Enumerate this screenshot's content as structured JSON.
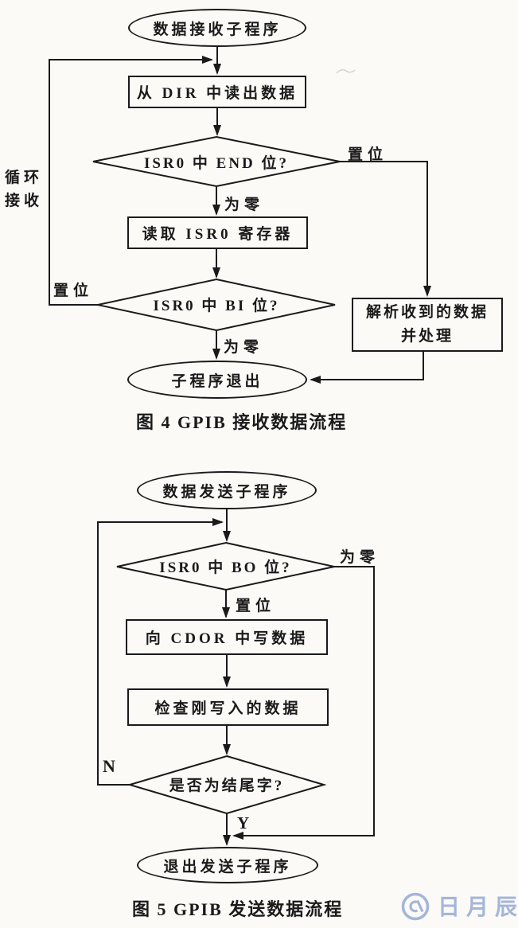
{
  "colors": {
    "ink": "#1a1a1a",
    "paper": "#fbfaf7",
    "wm": "#a4b6d8"
  },
  "figure4": {
    "caption": "图 4 GPIB 接收数据流程",
    "nodes": {
      "start": "数据接收子程序",
      "read_dir": "从 DIR 中读出数据",
      "end_bit": "ISR0 中 END 位?",
      "read_isr0": "读取 ISR0 寄存器",
      "bi_bit": "ISR0 中 BI 位?",
      "parse_line1": "解析收到的数据",
      "parse_line2": "并处理",
      "exit": "子程序退出"
    },
    "labels": {
      "set_right": "置位",
      "zero_top": "为零",
      "set_left": "置位",
      "zero_bottom": "为零",
      "loop_line1": "循环",
      "loop_line2": "接收"
    }
  },
  "figure5": {
    "caption": "图 5 GPIB 发送数据流程",
    "nodes": {
      "start": "数据发送子程序",
      "bo_bit": "ISR0 中 BO 位?",
      "write_cdor": "向 CDOR 中写数据",
      "check_written": "检查刚写入的数据",
      "end_word": "是否为结尾字?",
      "exit": "退出发送子程序"
    },
    "labels": {
      "zero": "为零",
      "set": "置位",
      "no": "N",
      "yes": "Y"
    }
  },
  "watermark": {
    "text": "日月辰"
  }
}
